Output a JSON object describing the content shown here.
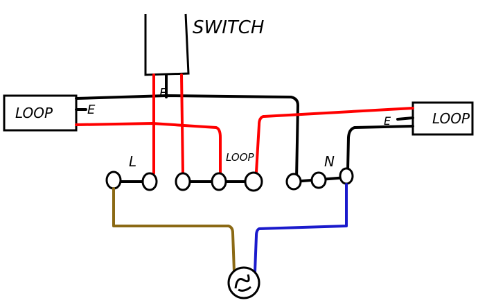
{
  "labels": {
    "switch": "SWITCH",
    "loop_left": "LOOP",
    "loop_right": "LOOP",
    "loop_middle": "LOOP",
    "live": "L",
    "neutral": "N",
    "earth_left": "E",
    "earth_switch": "E",
    "earth_right": "E"
  },
  "colors": {
    "black": "#000000",
    "red": "#ff0000",
    "brown": "#8b6914",
    "blue": "#1a1acc"
  }
}
